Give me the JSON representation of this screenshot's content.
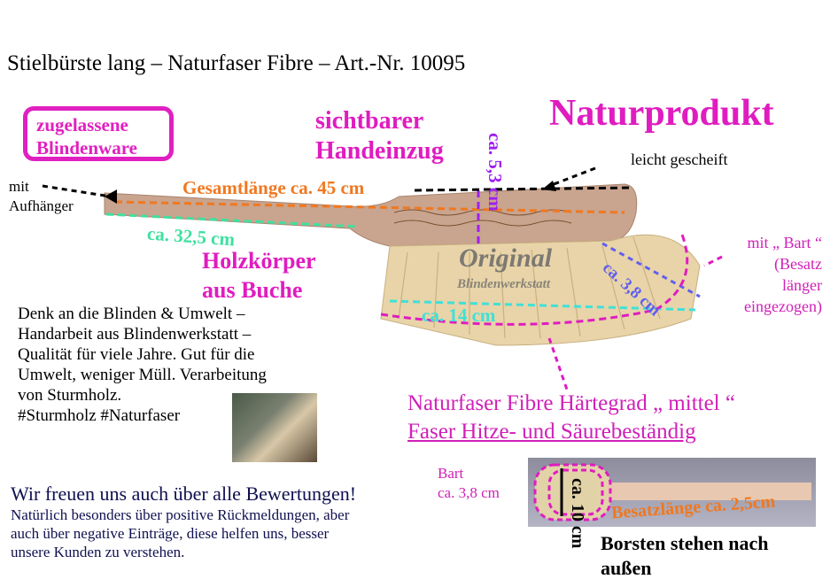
{
  "title": "Stielbürste lang  – Naturfaser Fibre – Art.-Nr. 10095",
  "badge": {
    "line1": "zugelassene",
    "line2": "Blindenware"
  },
  "headline_natur": "Naturprodukt",
  "labels": {
    "sichtbarer_1": "sichtbarer",
    "sichtbarer_2": "Handeinzug",
    "holz_1": "Holzkörper",
    "holz_2": "aus Buche",
    "mit_1": "mit",
    "mit_2": "Aufhänger",
    "leicht": "leicht gescheift",
    "gesamt": "Gesamtlänge ca. 45 cm",
    "ca325": "ca. 32,5 cm",
    "ca14": "ca. 14 cm",
    "ca53": "ca. 5,3 cm",
    "ca38": "ca. 3,8 cm",
    "bart_1": "mit „ Bart “",
    "bart_2": "(Besatz",
    "bart_3": "länger",
    "bart_4": "eingezogen)",
    "watermark_1": "Original",
    "watermark_2": "Blindenwerkstatt"
  },
  "denk": {
    "l1": "Denk an die Blinden & Umwelt –",
    "l2": "Handarbeit aus Blindenwerkstatt –",
    "l3": "Qualität für viele Jahre. Gut für die",
    "l4": "Umwelt, weniger Müll. Verarbeitung",
    "l5": "von Sturmholz.",
    "l6": "#Sturmholz #Naturfaser"
  },
  "faser": {
    "l1": "Naturfaser Fibre Härtegrad „ mittel “",
    "l2": "Faser Hitze- und Säurebeständig"
  },
  "wir": {
    "heading": "Wir freuen uns auch über alle Bewertungen!",
    "l1": "Natürlich besonders über positive Rückmeldungen, aber",
    "l2": "auch über negative Einträge, diese helfen uns, besser",
    "l3": "unsere Kunden zu verstehen."
  },
  "bottom": {
    "bart_1": "Bart",
    "bart_2": "ca. 3,8 cm",
    "ca10": "ca. 10 cm",
    "besatz": "Besatzlänge ca. 2,5cm",
    "borsten_1": "Borsten stehen nach",
    "borsten_2": "außen"
  },
  "colors": {
    "magenta": "#e01cc0",
    "orange": "#f07820",
    "green": "#40e0a0",
    "cyan": "#40e0d8",
    "purple": "#a020f0",
    "blue": "#6060f0",
    "navy": "#101050"
  }
}
